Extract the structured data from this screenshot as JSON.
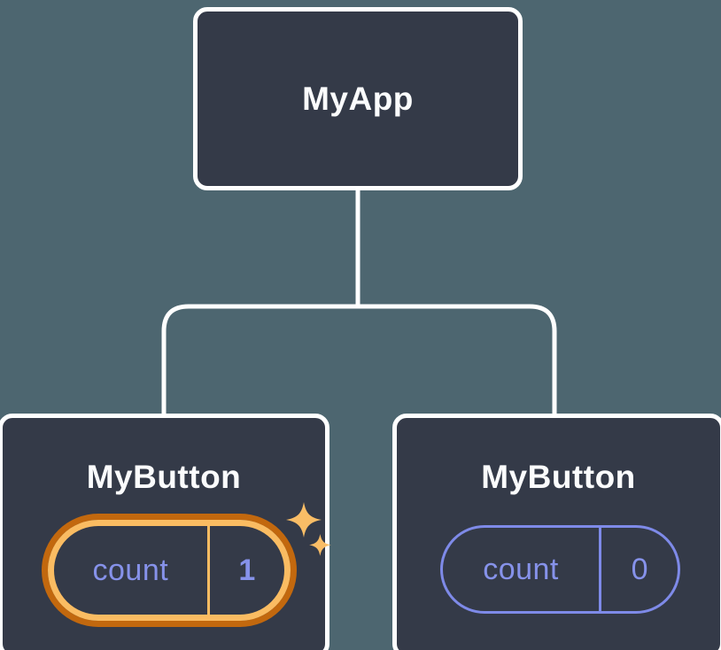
{
  "diagram": {
    "type": "component-tree",
    "background_color": "#4d6670",
    "node_fill_color": "#343a48",
    "node_border_color": "#ffffff",
    "connector_color": "#ffffff",
    "state_text_color": "#8692ea",
    "highlight_ring_outer_color": "#c2680e",
    "highlight_ring_inner_color": "#fabc62",
    "sparkle_color": "#f9bd66",
    "tree": {
      "root": {
        "label": "MyApp"
      },
      "children": [
        {
          "label": "MyButton",
          "state_key": "count",
          "state_value": "1",
          "highlighted": true,
          "badge_icon": "sparkles-icon"
        },
        {
          "label": "MyButton",
          "state_key": "count",
          "state_value": "0",
          "highlighted": false
        }
      ]
    }
  }
}
